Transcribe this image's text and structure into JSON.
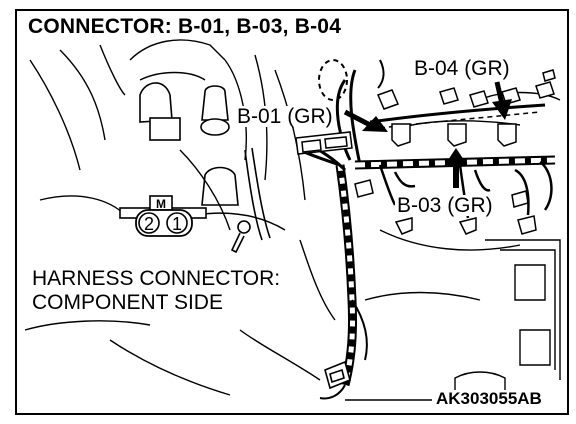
{
  "title": "CONNECTOR: B-01, B-03, B-04",
  "labels": {
    "b04": "B-04 (GR)",
    "b01": "B-01 (GR)",
    "b03": "B-03 (GR)"
  },
  "harness_note": {
    "line1": "HARNESS CONNECTOR:",
    "line2": "COMPONENT SIDE"
  },
  "connector_face": {
    "tab": "M",
    "pins": [
      "2",
      "1"
    ]
  },
  "figure_code": "AK303055AB"
}
